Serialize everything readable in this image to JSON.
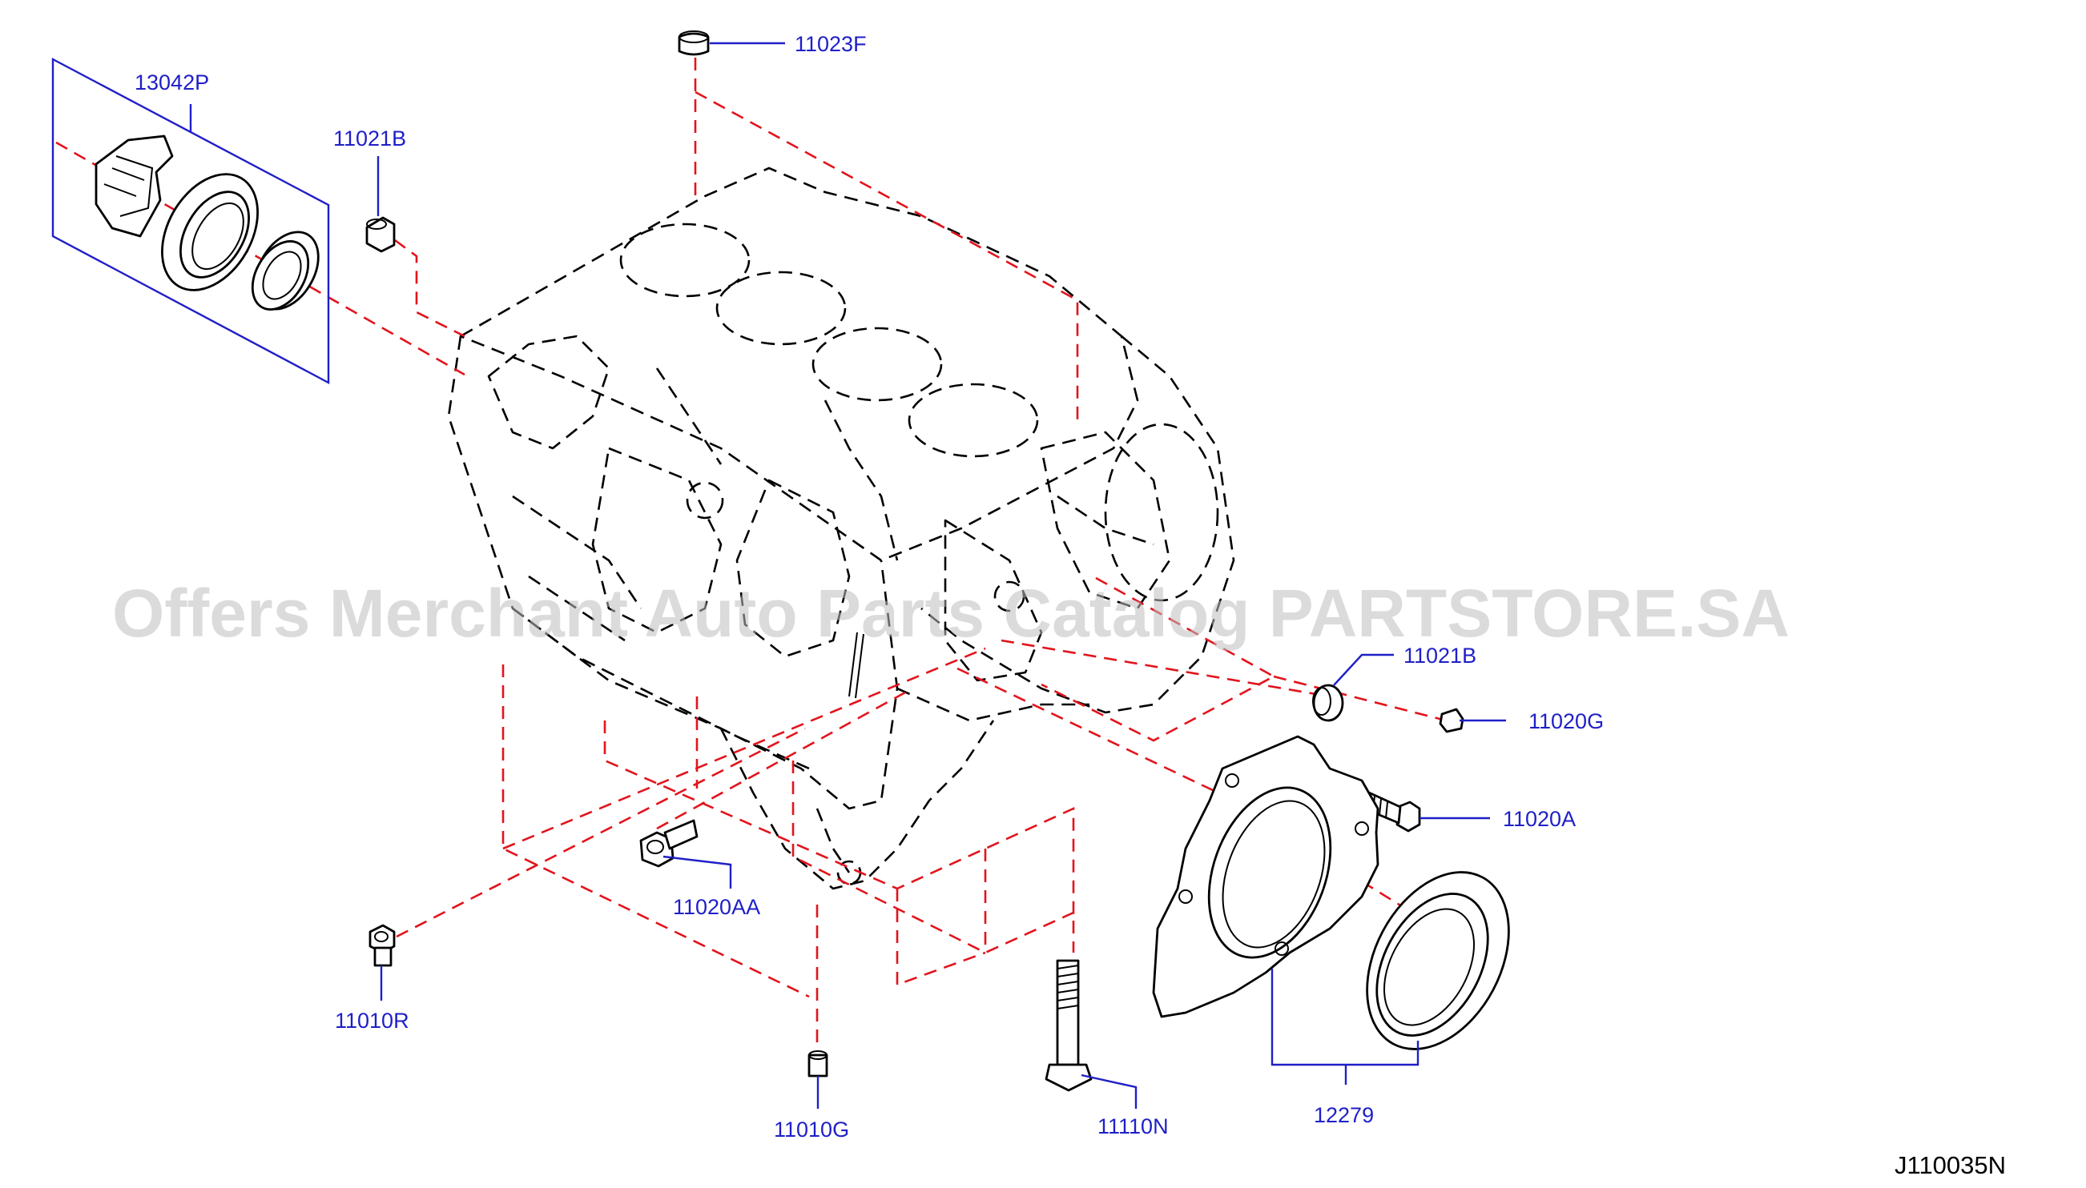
{
  "diagram_code": "J110035N",
  "watermark": "Offers Merchant Auto Parts Catalog PARTSTORE.SA",
  "colors": {
    "leader": "#1f1fc8",
    "phantom": "#e2141c",
    "outline": "#000000",
    "watermark": "#bdbdbd"
  },
  "parts": [
    {
      "id": "13042P",
      "label": "13042P"
    },
    {
      "id": "11021B_top",
      "label": "11021B"
    },
    {
      "id": "11023F",
      "label": "11023F"
    },
    {
      "id": "11021B_right",
      "label": "11021B"
    },
    {
      "id": "11020G",
      "label": "11020G"
    },
    {
      "id": "11020A",
      "label": "11020A"
    },
    {
      "id": "11020AA",
      "label": "11020AA"
    },
    {
      "id": "11010R",
      "label": "11010R"
    },
    {
      "id": "11010G",
      "label": "11010G"
    },
    {
      "id": "11110N",
      "label": "11110N"
    },
    {
      "id": "12279",
      "label": "12279"
    }
  ]
}
